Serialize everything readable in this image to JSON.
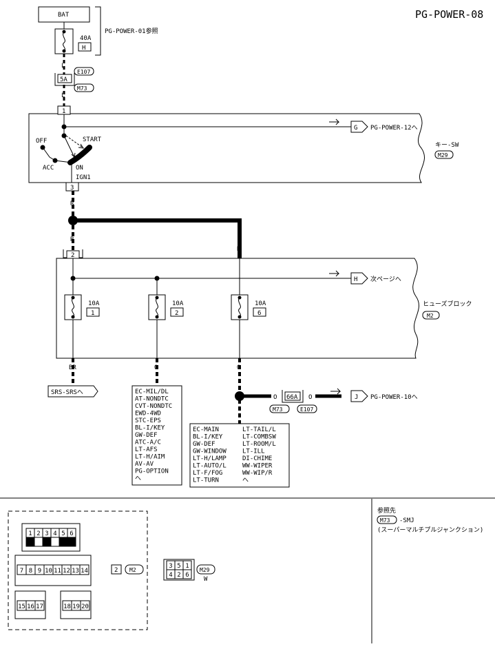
{
  "title": "PG-POWER-08",
  "battery": {
    "label": "BAT",
    "ref": "PG-POWER-01参照"
  },
  "main_fuse": {
    "amp": "40A",
    "pos": "H"
  },
  "wire_colors": {
    "l": "L",
    "r": "R",
    "br": "BR",
    "o": "O",
    "ign": "IGN1"
  },
  "connectors": {
    "e107": "E107",
    "m73": "M73",
    "m2": "M2",
    "m29": "M29"
  },
  "junction_top": {
    "pin": "5A"
  },
  "junction_bottom": {
    "pin": "66A"
  },
  "key_switch": {
    "title": "キー-SW",
    "positions": {
      "off": "OFF",
      "acc": "ACC",
      "on": "ON",
      "start": "START"
    },
    "pin_in": "1",
    "pin_out": "3",
    "dest_g": {
      "letter": "G",
      "text": "PG-POWER-12へ"
    }
  },
  "fuse_block": {
    "title": "ヒューズブロック",
    "pin_in": "2",
    "dest_h": {
      "letter": "H",
      "text": "次ページへ"
    },
    "fuses": [
      {
        "amp": "10A",
        "no": "1"
      },
      {
        "amp": "10A",
        "no": "2"
      },
      {
        "amp": "10A",
        "no": "6"
      }
    ]
  },
  "srs_dest": "SRS-SRSへ",
  "dest_j": {
    "letter": "J",
    "text": "PG-POWER-10へ"
  },
  "list_fuse2": [
    "EC-MIL/DL",
    "AT-NONDTC",
    "CVT-NONDTC",
    "EWD-4WD",
    "STC-EPS",
    "BL-I/KEY",
    "GW-DEF",
    "ATC-A/C",
    "LT-AFS",
    "LT-H/AIM",
    "AV-AV",
    "PG-OPTION",
    "へ"
  ],
  "list_fuse6_left": [
    "EC-MAIN",
    "BL-I/KEY",
    "GW-DEF",
    "GW-WINDOW",
    "LT-H/LAMP",
    "LT-AUTO/L",
    "LT-F/FOG",
    "LT-TURN"
  ],
  "list_fuse6_right": [
    "LT-TAIL/L",
    "LT-COMBSW",
    "LT-ROOM/L",
    "LT-ILL",
    "DI-CHIME",
    "WW-WIPER",
    "WW-WIP/R",
    "へ"
  ],
  "m2_connector": {
    "row1": [
      "1",
      "2",
      "3",
      "4",
      "5",
      "6"
    ],
    "row2": [
      "7",
      "8",
      "9",
      "10",
      "11",
      "12",
      "13",
      "14"
    ],
    "row3a": [
      "15",
      "16",
      "17"
    ],
    "row3b": [
      "18",
      "19",
      "20"
    ],
    "used_pin": "2"
  },
  "m29_connector": {
    "top": [
      "3",
      "5",
      "1"
    ],
    "bottom": [
      "4",
      "2",
      "6"
    ],
    "color": "W"
  },
  "reference": {
    "heading": "参照先",
    "connector": "M73",
    "code": "-SMJ",
    "desc": "(スーパーマルチプルジャンクション)"
  }
}
